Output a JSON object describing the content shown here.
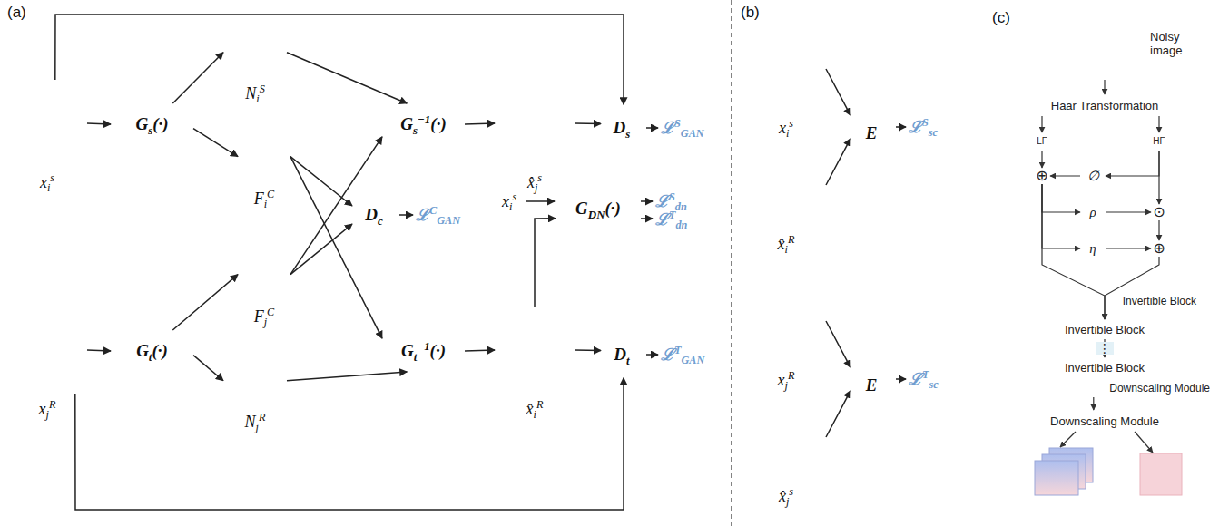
{
  "diagram": {
    "nodes": [
      {
        "text": [
          "xis"
        ]
      },
      {
        "text": [
          "Gs(·)"
        ]
      },
      {
        "text": [
          "NiS"
        ]
      },
      {
        "text": [
          "FiC"
        ]
      },
      {
        "text": [
          "Gs−1(·)"
        ]
      },
      {
        "text": [
          "x̂js"
        ]
      },
      {
        "text": [
          "Ds"
        ]
      },
      {
        "text": [
          "Dc"
        ]
      },
      {
        "text": [
          "GDN(·)"
        ]
      },
      {
        "text": [
          "xjR"
        ]
      },
      {
        "text": [
          "Gt(·)"
        ]
      },
      {
        "text": [
          "FjC"
        ]
      },
      {
        "text": [
          "NjR"
        ]
      },
      {
        "text": [
          "Gt−1(·)"
        ]
      },
      {
        "text": [
          "x̂iR"
        ]
      },
      {
        "text": [
          "Dt"
        ]
      },
      {
        "text": [
          "xis"
        ]
      },
      {
        "text": [
          "x̂iR"
        ]
      },
      {
        "text": [
          "E"
        ]
      },
      {
        "text": [
          "xjR"
        ]
      },
      {
        "text": [
          "x̂js"
        ]
      },
      {
        "text": [
          "E"
        ]
      },
      {
        "text": [
          "(c)"
        ]
      },
      {
        "text": [
          "Noisy image"
        ],
        "in": 22
      },
      {
        "text": [
          "Downscaling Module"
        ],
        "in": 22
      },
      {
        "text": [
          "Haar Transformation"
        ],
        "in": 24
      },
      {
        "text": [
          "Invertible Block"
        ],
        "in": 24
      },
      {
        "text": [
          "LF"
        ],
        "in": 26
      },
      {
        "text": [
          "HF"
        ],
        "in": 26
      },
      {
        "text": [
          "∅"
        ],
        "in": 26
      },
      {
        "text": [
          "ρ"
        ],
        "in": 26
      },
      {
        "text": [
          "η"
        ],
        "in": 26
      },
      {
        "text": [
          "⊕"
        ],
        "in": 26
      },
      {
        "text": [
          "⊙"
        ],
        "in": 26
      },
      {
        "text": [
          "⊕"
        ],
        "in": 26
      },
      {
        "text": [
          "Invertible Block"
        ],
        "in": 24
      },
      {
        "text": [
          "Invertible Block"
        ],
        "in": 24
      },
      {
        "text": [
          "Downscaling Module"
        ],
        "in": 22
      }
    ],
    "edges": [
      {
        "from": 0,
        "to": 1,
        "arrow": "to"
      },
      {
        "from": 1,
        "to": 2,
        "arrow": "to"
      },
      {
        "from": 1,
        "to": 3,
        "arrow": "to"
      },
      {
        "from": 2,
        "to": 4,
        "arrow": "to"
      },
      {
        "from": 3,
        "to": 7,
        "arrow": "to"
      },
      {
        "from": 3,
        "to": 13,
        "arrow": "to"
      },
      {
        "from": 11,
        "to": 4,
        "arrow": "to"
      },
      {
        "from": 11,
        "to": 7,
        "arrow": "to"
      },
      {
        "from": 4,
        "to": 5,
        "arrow": "to"
      },
      {
        "from": 5,
        "to": 6,
        "arrow": "to"
      },
      {
        "from": 0,
        "to": 6,
        "arrow": "to"
      },
      {
        "from": 9,
        "to": 10,
        "arrow": "to"
      },
      {
        "from": 10,
        "to": 11,
        "arrow": "to"
      },
      {
        "from": 10,
        "to": 12,
        "arrow": "to"
      },
      {
        "from": 12,
        "to": 13,
        "arrow": "to"
      },
      {
        "from": 13,
        "to": 14,
        "arrow": "to"
      },
      {
        "from": 14,
        "to": 15,
        "arrow": "to"
      },
      {
        "from": 9,
        "to": 15,
        "arrow": "to"
      },
      {
        "from": 14,
        "to": 8,
        "arrow": "to"
      },
      {
        "from": 16,
        "to": 18,
        "arrow": "to"
      },
      {
        "from": 17,
        "to": 18,
        "arrow": "to"
      },
      {
        "from": 19,
        "to": 21,
        "arrow": "to"
      },
      {
        "from": 20,
        "to": 21,
        "arrow": "to"
      },
      {
        "from": 23,
        "to": 25,
        "arrow": "to"
      },
      {
        "from": 25,
        "to": 27,
        "arrow": "to"
      },
      {
        "from": 25,
        "to": 28,
        "arrow": "to"
      },
      {
        "from": 27,
        "to": 32,
        "arrow": "to"
      },
      {
        "from": 28,
        "to": 29,
        "arrow": "to"
      },
      {
        "from": 29,
        "to": 32,
        "arrow": "to"
      },
      {
        "from": 28,
        "to": 33,
        "arrow": "to"
      },
      {
        "from": 32,
        "to": 30,
        "arrow": "to"
      },
      {
        "from": 30,
        "to": 33,
        "arrow": "to"
      },
      {
        "from": 32,
        "to": 31,
        "arrow": "to"
      },
      {
        "from": 31,
        "to": 34,
        "arrow": "to"
      },
      {
        "from": 33,
        "to": 34,
        "arrow": "to"
      },
      {
        "from": 32,
        "to": 35,
        "arrow": "to"
      },
      {
        "from": 34,
        "to": 35,
        "arrow": "to"
      },
      {
        "from": 35,
        "to": 36,
        "label": "⋮",
        "arrow": "to"
      },
      {
        "from": 24,
        "to": 37,
        "arrow": "to"
      }
    ],
    "labels": [
      "(a)",
      "ℒSGAN",
      "ℒCGAN",
      "xis",
      "ℒSdn",
      "ℒTdn",
      "ℒTGAN",
      "(b)",
      "ℒSsc",
      "ℒTsc"
    ]
  }
}
